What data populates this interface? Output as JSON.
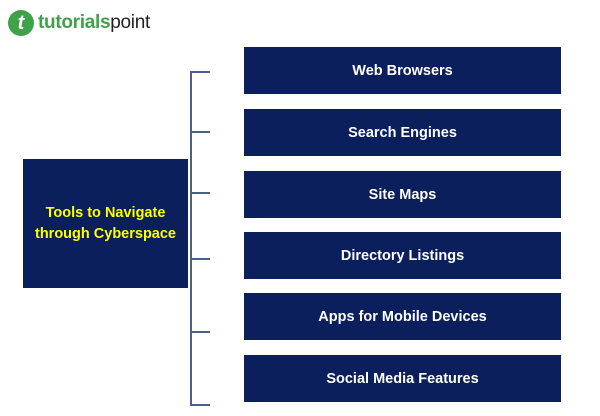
{
  "logo": {
    "mark": "t",
    "text_a": "tutorials",
    "text_b": "point"
  },
  "root": {
    "line1": "Tools to Navigate",
    "line2": "through Cyberspace"
  },
  "items": [
    "Web Browsers",
    "Search Engines",
    "Site Maps",
    "Directory Listings",
    "Apps for Mobile Devices",
    "Social Media Features"
  ],
  "colors": {
    "box": "#0b1f5c",
    "root_text": "#ffff00",
    "connector": "#4a5f8a",
    "brand": "#3fa14a"
  }
}
